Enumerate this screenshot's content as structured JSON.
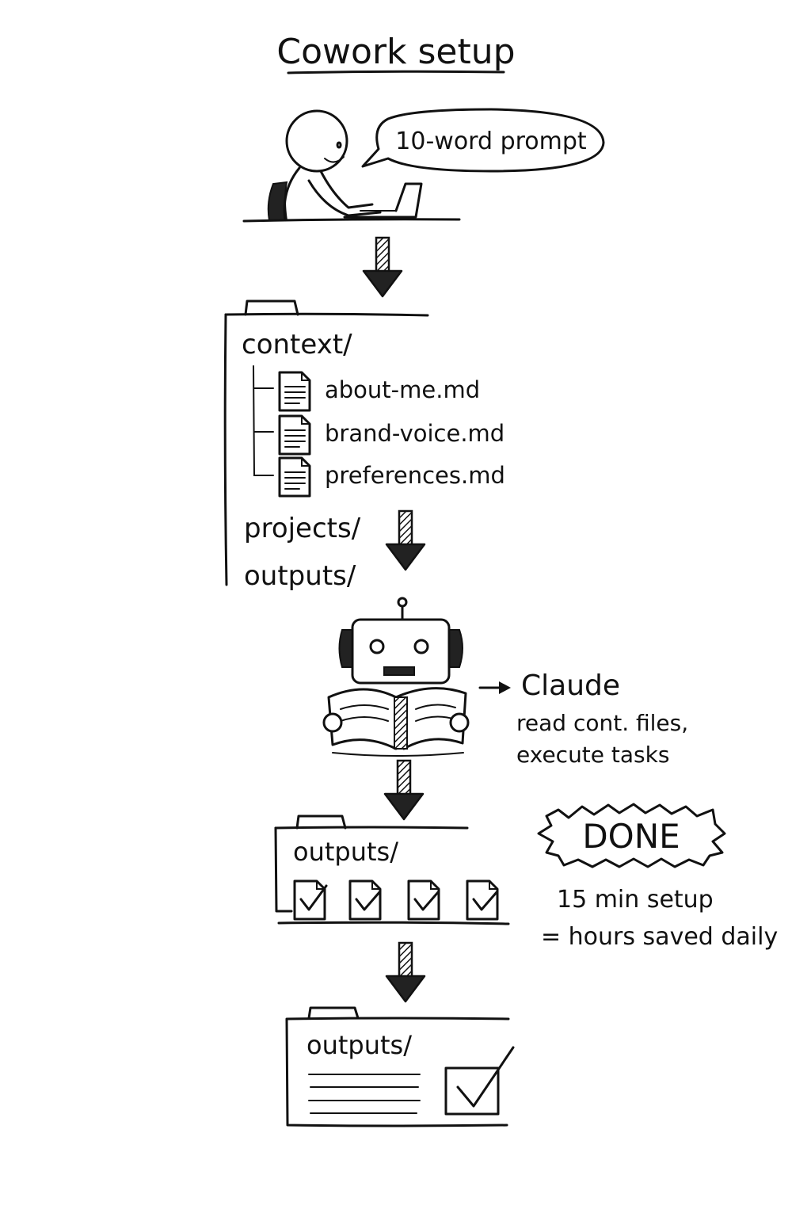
{
  "title": "Cowork setup",
  "prompt_bubble": "10-word prompt",
  "folder_tree": {
    "root": "context/",
    "files": [
      "about-me.md",
      "brand-voice.md",
      "preferences.md"
    ],
    "other_folders": [
      "projects/",
      "outputs/"
    ]
  },
  "agent": {
    "name": "Claude",
    "description_line1": "read cont. files,",
    "description_line2": "execute tasks"
  },
  "outputs_folder": {
    "label": "outputs/",
    "checked_files_count": 4
  },
  "done_badge": "DONE",
  "summary": {
    "line1": "15 min setup",
    "line2": "= hours saved daily"
  },
  "final_folder": {
    "label": "outputs/"
  }
}
